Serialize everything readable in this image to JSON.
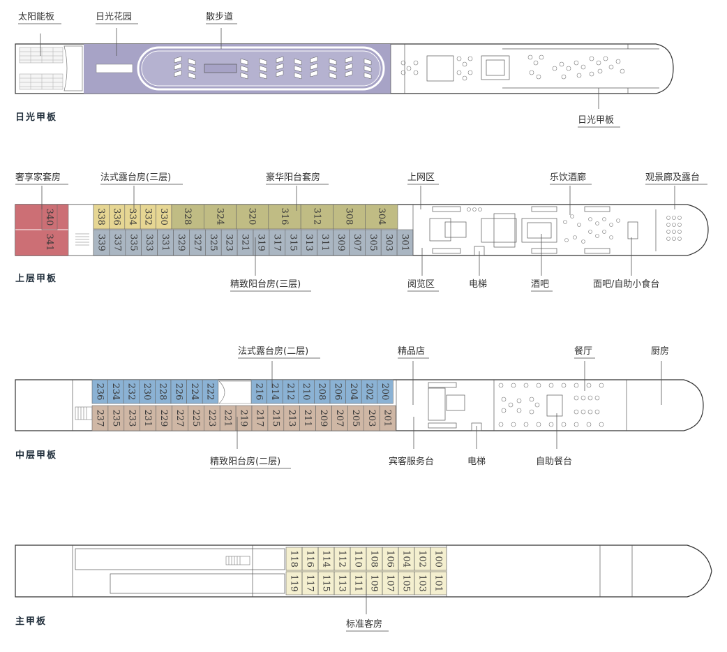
{
  "decks": {
    "sun": {
      "name": "日光甲板",
      "labels": {
        "solar": "太阳能板",
        "garden": "日光花园",
        "promenade": "散步道",
        "sundeck": "日光甲板"
      }
    },
    "upper": {
      "name": "上层甲板",
      "labels": {
        "owner_suite": "奢享家套房",
        "french_balcony": "法式露台房(三层)",
        "deluxe_suite": "豪华阳台套房",
        "internet": "上网区",
        "bar_lounge": "乐饮酒廊",
        "observation": "观景廊及露台",
        "balcony": "精致阳台房(三层)",
        "reading": "阅览区",
        "elevator": "电梯",
        "bar": "酒吧",
        "snack": "面吧/自助小食台"
      },
      "suites": [
        "340",
        "341"
      ],
      "top_rooms": [
        "338",
        "336",
        "334",
        "332",
        "330",
        "328",
        "324",
        "320",
        "316",
        "312",
        "308",
        "304"
      ],
      "bottom_rooms": [
        "339",
        "337",
        "335",
        "333",
        "331",
        "329",
        "327",
        "325",
        "323",
        "321",
        "319",
        "317",
        "315",
        "313",
        "311",
        "309",
        "307",
        "305",
        "303",
        "301"
      ]
    },
    "middle": {
      "name": "中层甲板",
      "labels": {
        "french_balcony": "法式露台房(二层)",
        "boutique": "精品店",
        "restaurant": "餐厅",
        "kitchen": "厨房",
        "balcony": "精致阳台房(二层)",
        "reception": "宾客服务台",
        "elevator": "电梯",
        "buffet": "自助餐台"
      },
      "top_rooms": [
        "236",
        "234",
        "232",
        "230",
        "228",
        "226",
        "224",
        "222",
        "216",
        "214",
        "212",
        "210",
        "208",
        "206",
        "204",
        "202",
        "200"
      ],
      "bottom_rooms": [
        "237",
        "235",
        "233",
        "231",
        "229",
        "227",
        "225",
        "223",
        "221",
        "219",
        "217",
        "215",
        "213",
        "211",
        "209",
        "207",
        "205",
        "203",
        "201"
      ]
    },
    "main": {
      "name": "主甲板",
      "labels": {
        "standard": "标准客房"
      },
      "top_rooms": [
        "118",
        "116",
        "114",
        "112",
        "110",
        "108",
        "106",
        "104",
        "102",
        "100"
      ],
      "bottom_rooms": [
        "119",
        "117",
        "115",
        "113",
        "111",
        "109",
        "107",
        "105",
        "103",
        "101"
      ]
    }
  },
  "colors": {
    "purple": "#a7a3c6",
    "red": "#cc6f75",
    "yellow": "#e6d693",
    "olive": "#c0bc84",
    "steel": "#aab6c2",
    "blue": "#8bb2d4",
    "tan": "#cfb7a5",
    "cream": "#f4efcf"
  }
}
